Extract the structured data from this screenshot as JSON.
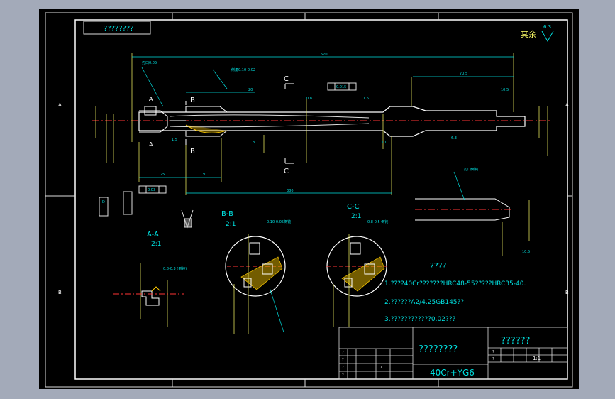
{
  "title_block": {
    "top_left_tag": "????????",
    "drawing_name": "??????",
    "material": "40Cr+YG6",
    "scale": "1:1",
    "row_marks": [
      "?",
      "?",
      "?",
      "?",
      "?",
      "?",
      "?"
    ]
  },
  "notes": {
    "heading": "????",
    "line1": "1.????40Cr???????HRC48-55?????HRC35-40.",
    "line2": "2.??????A2/4.25GB145??.",
    "line3": "3.????????????0.02???"
  },
  "surface_finish": {
    "label": "其余",
    "value": "6.3"
  },
  "section_labels": {
    "aa": "A-A",
    "aa_scale": "2:1",
    "bb": "B-B",
    "bb_scale": "2:1",
    "cc": "C-C",
    "cc_scale": "2:1",
    "c_top": "C",
    "c_bottom": "C",
    "b_top": "B",
    "b_bottom": "B",
    "a_top": "A",
    "a_bottom": "A"
  },
  "border_letters": {
    "left_a": "A",
    "left_b": "B",
    "right_a": "A",
    "right_b": "B"
  },
  "dimensions": {
    "overall": "570",
    "long": "380",
    "d1": "70.5",
    "d2": "10.5",
    "d3": "25",
    "d4": "30",
    "d5": "20",
    "d6": "1.5",
    "d7": "10",
    "d8": "3",
    "d9": "10.5",
    "d10": "6.3",
    "d11": "0.8",
    "d12": "1.6"
  },
  "tolerance_frames": {
    "runout": "0.015",
    "parallel": "0.03",
    "datum": "D"
  },
  "annotations": {
    "leader_top": "倒角0.10-0.02",
    "edge_note": "刃口0.05",
    "right_leader": "刃口倒钝",
    "cc_leader": "0.8-0.5 倒钝",
    "bb_leader": "0.10-0.05倒钝",
    "aa_leader": "0.8-0.3 (倒钝)"
  }
}
